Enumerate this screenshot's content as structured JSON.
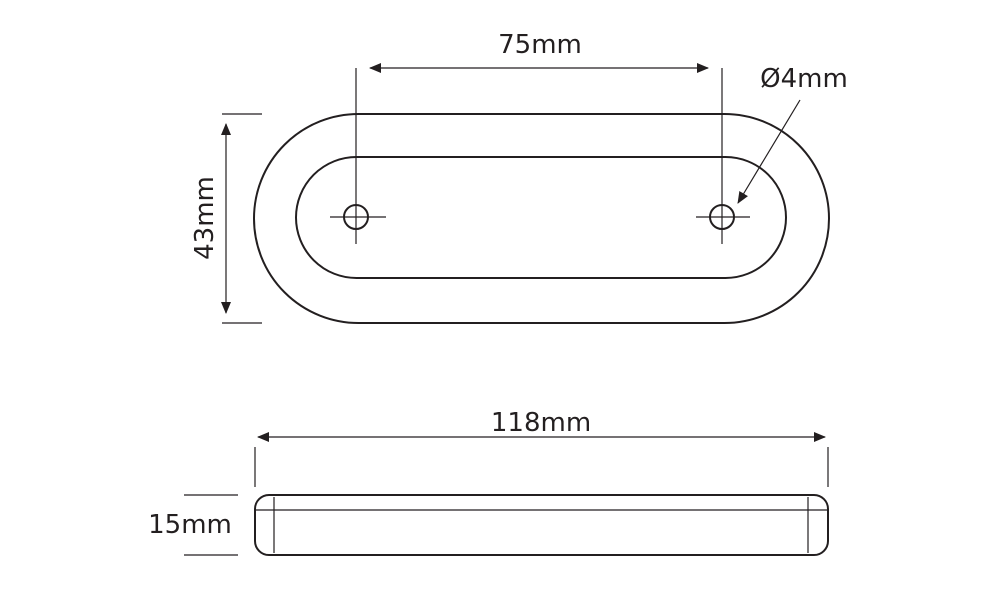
{
  "dimensions": {
    "hole_spacing": "75mm",
    "hole_diameter": "Ø4mm",
    "width": "43mm",
    "length": "118mm",
    "height": "15mm"
  },
  "colors": {
    "line": "#231f20",
    "background": "#ffffff"
  }
}
